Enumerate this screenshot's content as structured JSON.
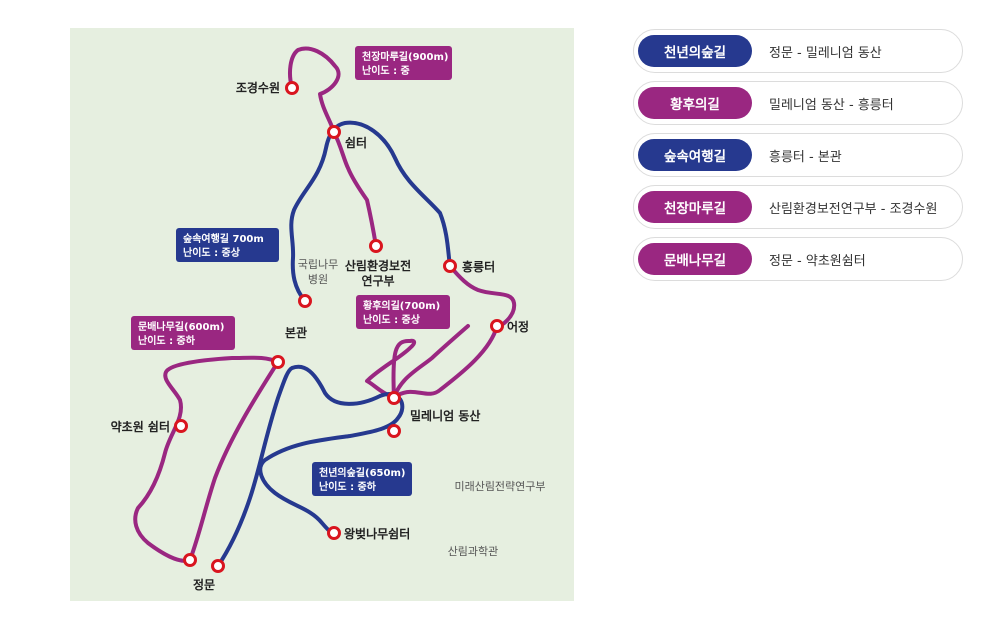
{
  "colors": {
    "blue": "#26398f",
    "purple": "#9a2781",
    "marker": "#d9151f",
    "bg": "#e6efe0"
  },
  "legend": [
    {
      "name": "천년의숲길",
      "desc": "정문 - 밀레니엄 동산",
      "color": "#26398f"
    },
    {
      "name": "황후의길",
      "desc": "밀레니엄 동산 - 흥릉터",
      "color": "#9a2781"
    },
    {
      "name": "숲속여행길",
      "desc": "흥릉터 - 본관",
      "color": "#26398f"
    },
    {
      "name": "천장마루길",
      "desc": "산림환경보전연구부 - 조경수원",
      "color": "#9a2781"
    },
    {
      "name": "문배나무길",
      "desc": "정문 - 약초원쉼터",
      "color": "#9a2781"
    }
  ],
  "map": {
    "places": {
      "jogyeong": "조경수원",
      "swimteo": "쉼터",
      "sallim_line1": "산림환경보전",
      "sallim_line2": "연구부",
      "gungnip_line1": "국립나무",
      "gungnip_line2": "병원",
      "heungneung": "흥릉터",
      "eojeong": "어정",
      "bongwan": "본관",
      "millennium": "밀레니엄 동산",
      "yakcho": "약초원 쉼터",
      "wangbeot": "왕벚나무쉼터",
      "jeongmun": "정문",
      "mirae": "미래산림전략연구부",
      "sallimgwahak": "산림과학관"
    },
    "tags": {
      "cheonjang_line1": "천장마루길(900m)",
      "cheonjang_line2": "난이도 : 중",
      "supsok_line1": "숲속여행길 700m",
      "supsok_line2": "난이도 : 중상",
      "hwanghu_line1": "황후의길(700m)",
      "hwanghu_line2": "난이도 : 중상",
      "munbae_line1": "문배나무길(600m)",
      "munbae_line2": "난이도 : 중하",
      "cheonnyeon_line1": "천년의숲길(650m)",
      "cheonnyeon_line2": "난이도 : 중하"
    }
  }
}
